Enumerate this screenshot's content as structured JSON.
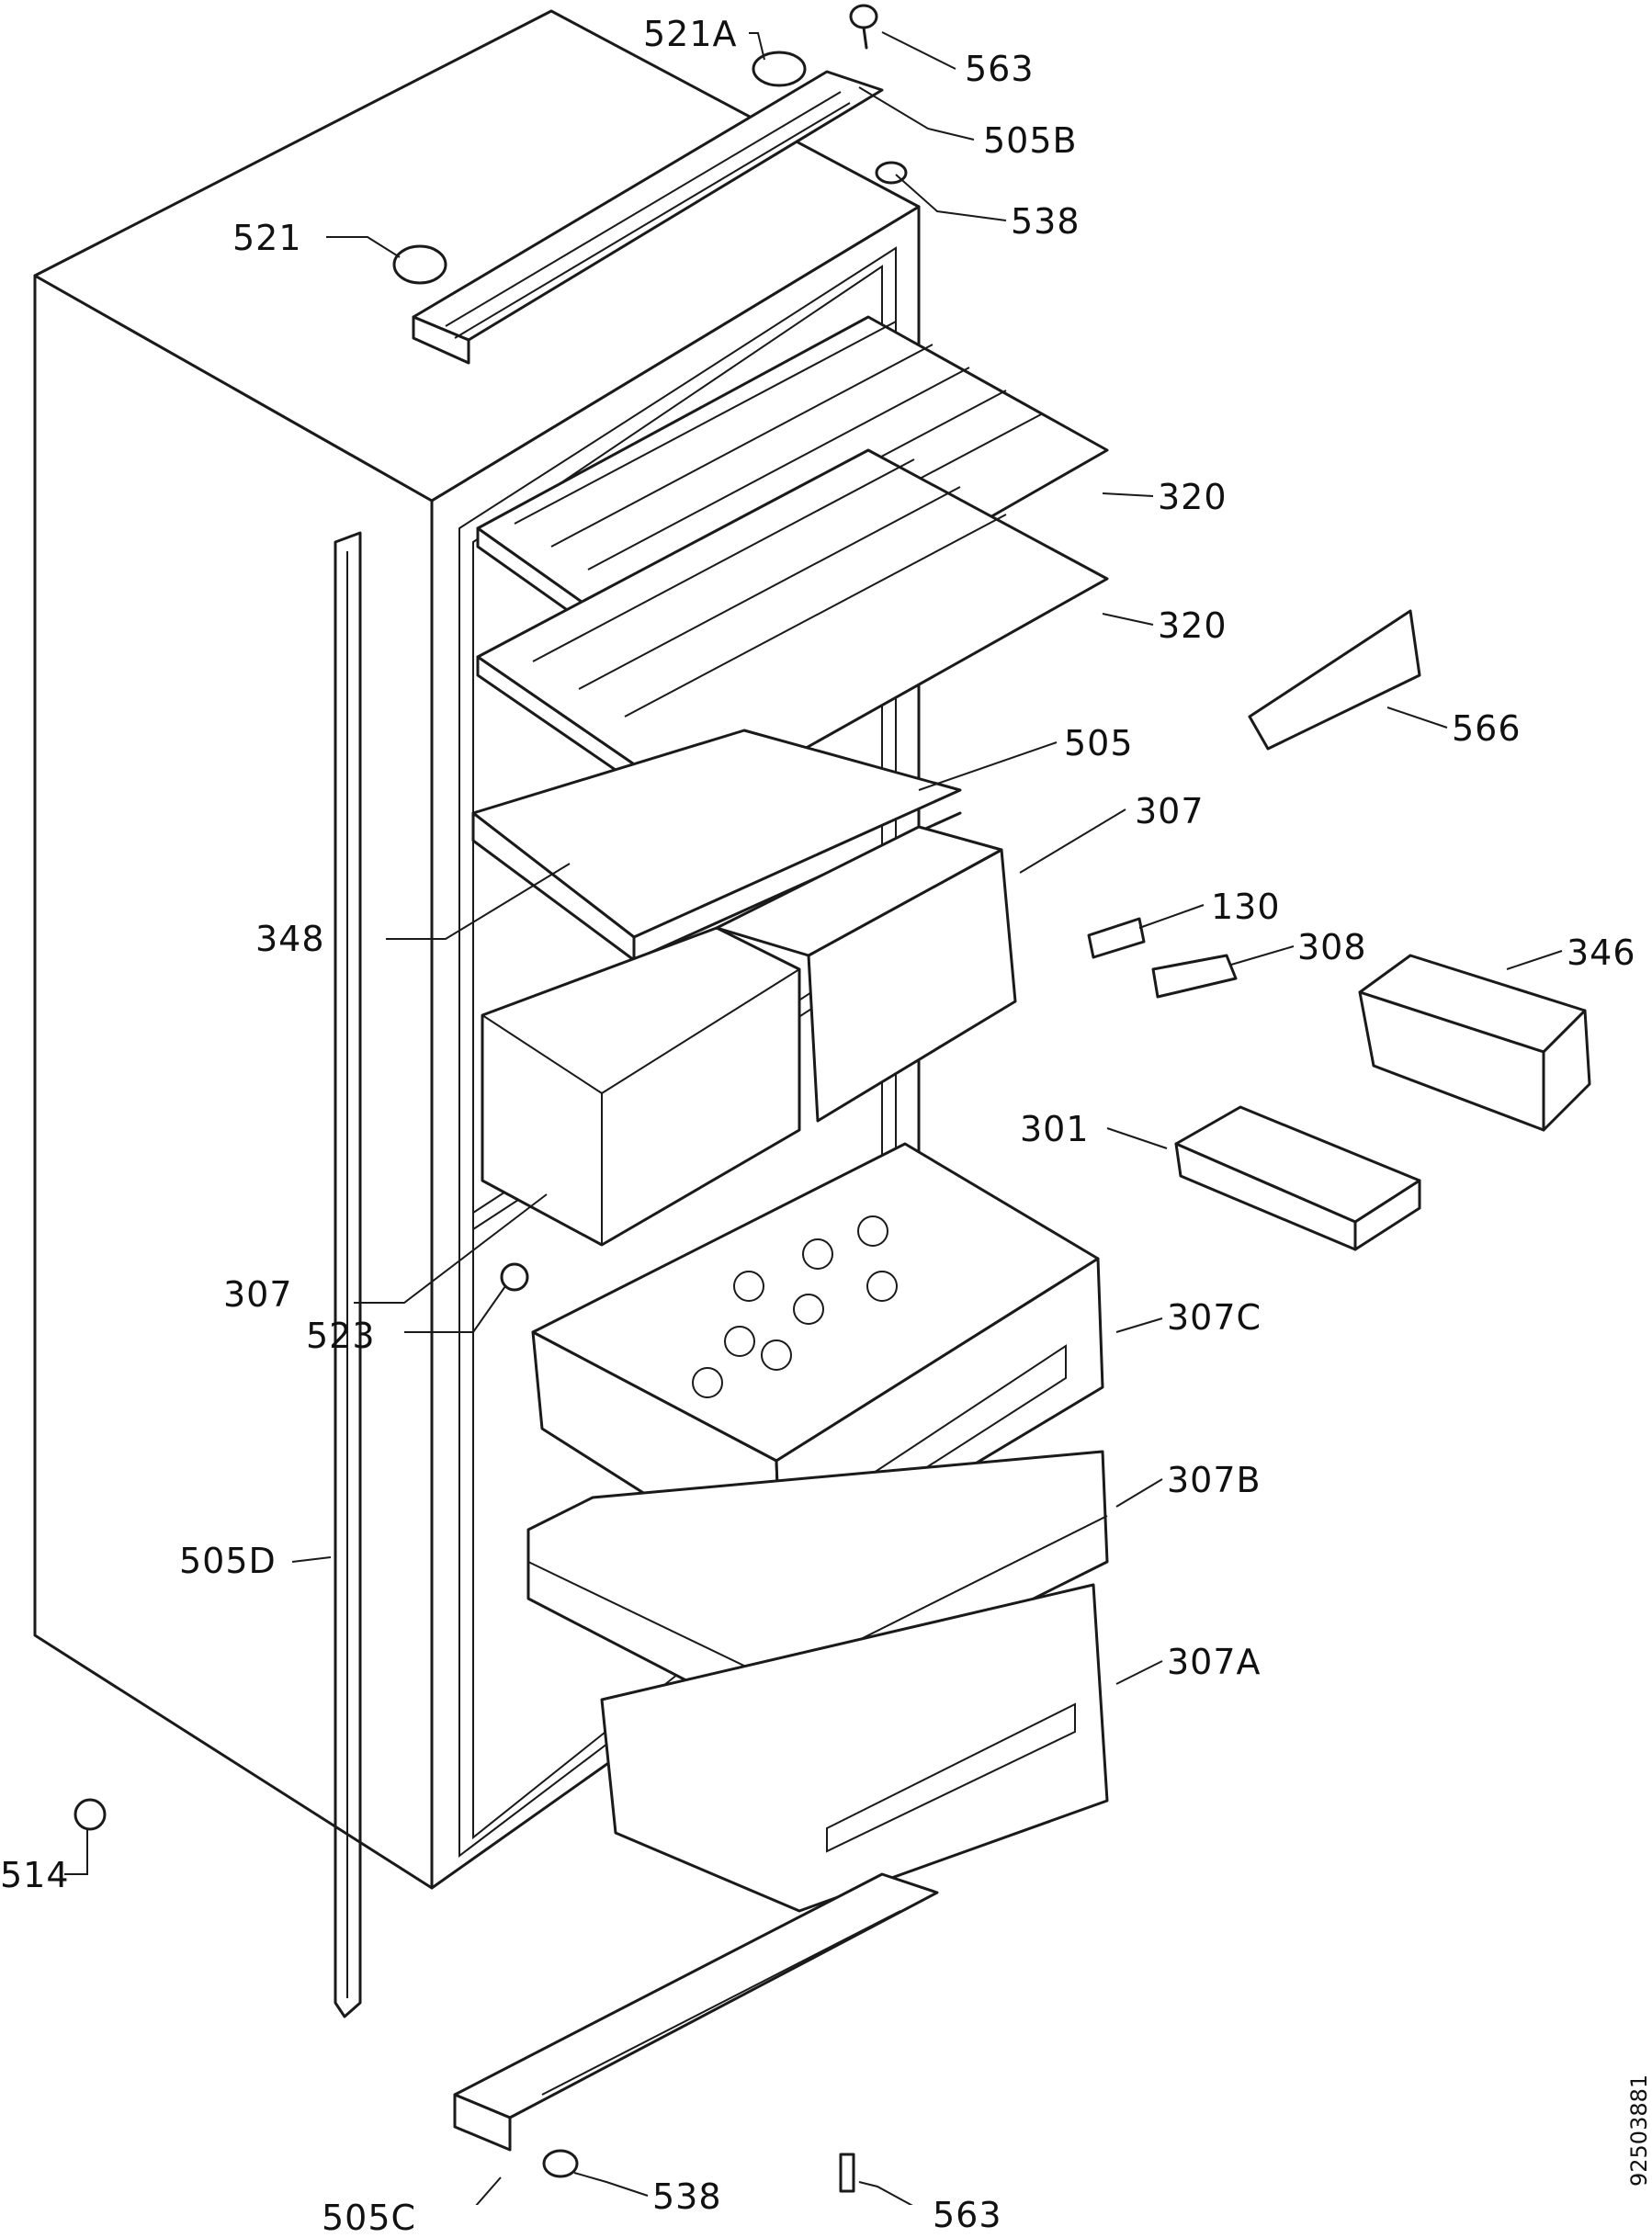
{
  "diagram": {
    "document_number": "92503881",
    "labels": [
      {
        "id": "521A",
        "text": "521A"
      },
      {
        "id": "563-top",
        "text": "563"
      },
      {
        "id": "505B",
        "text": "505B"
      },
      {
        "id": "538-top",
        "text": "538"
      },
      {
        "id": "521",
        "text": "521"
      },
      {
        "id": "320-upper",
        "text": "320"
      },
      {
        "id": "320-lower",
        "text": "320"
      },
      {
        "id": "566",
        "text": "566"
      },
      {
        "id": "505",
        "text": "505"
      },
      {
        "id": "307-right",
        "text": "307"
      },
      {
        "id": "348",
        "text": "348"
      },
      {
        "id": "130",
        "text": "130"
      },
      {
        "id": "308",
        "text": "308"
      },
      {
        "id": "346",
        "text": "346"
      },
      {
        "id": "301",
        "text": "301"
      },
      {
        "id": "307-left",
        "text": "307"
      },
      {
        "id": "523",
        "text": "523"
      },
      {
        "id": "307C",
        "text": "307C"
      },
      {
        "id": "307B",
        "text": "307B"
      },
      {
        "id": "505D",
        "text": "505D"
      },
      {
        "id": "307A",
        "text": "307A"
      },
      {
        "id": "514",
        "text": "514"
      },
      {
        "id": "505C",
        "text": "505C"
      },
      {
        "id": "538-bottom",
        "text": "538"
      },
      {
        "id": "563-bottom",
        "text": "563"
      }
    ]
  }
}
